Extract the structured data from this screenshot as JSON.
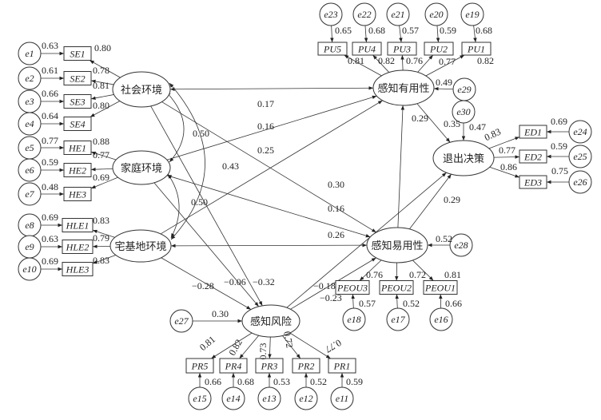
{
  "latent": {
    "SE": "社会环境",
    "HE": "家庭环境",
    "HLE": "宅基地环境",
    "PU": "感知有用性",
    "PEOU": "感知易用性",
    "PR": "感知风险",
    "ED": "退出决策"
  },
  "indicators": [
    {
      "id": "SE1",
      "factor": "SE",
      "loading": "0.80",
      "error": "e1",
      "error_value": "0.63"
    },
    {
      "id": "SE2",
      "factor": "SE",
      "loading": "0.78",
      "error": "e2",
      "error_value": "0.61"
    },
    {
      "id": "SE3",
      "factor": "SE",
      "loading": "0.81",
      "error": "e3",
      "error_value": "0.66"
    },
    {
      "id": "SE4",
      "factor": "SE",
      "loading": "0.80",
      "error": "e4",
      "error_value": "0.64"
    },
    {
      "id": "HE1",
      "factor": "HE",
      "loading": "0.88",
      "error": "e5",
      "error_value": "0.77"
    },
    {
      "id": "HE2",
      "factor": "HE",
      "loading": "0.77",
      "error": "e6",
      "error_value": "0.59"
    },
    {
      "id": "HE3",
      "factor": "HE",
      "loading": "0.69",
      "error": "e7",
      "error_value": "0.48"
    },
    {
      "id": "HLE1",
      "factor": "HLE",
      "loading": "0.83",
      "error": "e8",
      "error_value": "0.69"
    },
    {
      "id": "HLE2",
      "factor": "HLE",
      "loading": "0.79",
      "error": "e9",
      "error_value": "0.63"
    },
    {
      "id": "HLE3",
      "factor": "HLE",
      "loading": "0.83",
      "error": "e10",
      "error_value": "0.69"
    },
    {
      "id": "PU5",
      "factor": "PU",
      "loading": "0.81",
      "error": "e23",
      "error_value": "0.65"
    },
    {
      "id": "PU4",
      "factor": "PU",
      "loading": "0.82",
      "error": "e22",
      "error_value": "0.68"
    },
    {
      "id": "PU3",
      "factor": "PU",
      "loading": "0.76",
      "error": "e21",
      "error_value": "0.57"
    },
    {
      "id": "PU2",
      "factor": "PU",
      "loading": "0.77",
      "error": "e20",
      "error_value": "0.59"
    },
    {
      "id": "PU1",
      "factor": "PU",
      "loading": "0.82",
      "error": "e19",
      "error_value": "0.68"
    },
    {
      "id": "ED1",
      "factor": "ED",
      "loading": "0.83",
      "error": "e24",
      "error_value": "0.69"
    },
    {
      "id": "ED2",
      "factor": "ED",
      "loading": "0.77",
      "error": "e25",
      "error_value": "0.59"
    },
    {
      "id": "ED3",
      "factor": "ED",
      "loading": "0.86",
      "error": "e26",
      "error_value": "0.75"
    },
    {
      "id": "PEOU3",
      "factor": "PEOU",
      "loading": "0.76",
      "error": "e18",
      "error_value": "0.57"
    },
    {
      "id": "PEOU2",
      "factor": "PEOU",
      "loading": "0.72",
      "error": "e17",
      "error_value": "0.52"
    },
    {
      "id": "PEOU1",
      "factor": "PEOU",
      "loading": "0.81",
      "error": "e16",
      "error_value": "0.66"
    },
    {
      "id": "PR5",
      "factor": "PR",
      "loading": "0.81",
      "error": "e15",
      "error_value": "0.66"
    },
    {
      "id": "PR4",
      "factor": "PR",
      "loading": "0.82",
      "error": "e14",
      "error_value": "0.68"
    },
    {
      "id": "PR3",
      "factor": "PR",
      "loading": "0.73",
      "error": "e13",
      "error_value": "0.53"
    },
    {
      "id": "PR2",
      "factor": "PR",
      "loading": "0.72",
      "error": "e12",
      "error_value": "0.52"
    },
    {
      "id": "PR1",
      "factor": "PR",
      "loading": "0.77",
      "error": "e11",
      "error_value": "0.59"
    }
  ],
  "paths": [
    {
      "from": "SE",
      "to": "PU",
      "value": "0.17"
    },
    {
      "from": "HE",
      "to": "PU",
      "value": "0.16"
    },
    {
      "from": "HLE",
      "to": "PU",
      "value": "0.25"
    },
    {
      "from": "SE",
      "to": "PEOU",
      "value": "0.30"
    },
    {
      "from": "HE",
      "to": "PEOU",
      "value": "0.16"
    },
    {
      "from": "HLE",
      "to": "PEOU",
      "value": "0.26"
    },
    {
      "from": "PEOU",
      "to": "PU",
      "value": "0.29"
    },
    {
      "from": "PU",
      "to": "ED",
      "value": "0.35"
    },
    {
      "from": "PEOU",
      "to": "ED",
      "value": "0.29"
    },
    {
      "from": "HLE",
      "to": "PR",
      "value": "−0.28"
    },
    {
      "from": "HE",
      "to": "PR",
      "value": "−0.06"
    },
    {
      "from": "SE",
      "to": "PR",
      "value": "−0.32"
    },
    {
      "from": "PR",
      "to": "ED",
      "value": "−0.18"
    },
    {
      "from": "PR",
      "to": "PEOU",
      "value": "−0.23"
    }
  ],
  "correlations": [
    {
      "a": "SE",
      "b": "HE",
      "value": "0.50"
    },
    {
      "a": "SE",
      "b": "HLE",
      "value": "0.43"
    },
    {
      "a": "HE",
      "b": "HLE",
      "value": "0.50"
    }
  ],
  "residuals": [
    {
      "error": "e27",
      "to": "PR",
      "value": "0.30"
    },
    {
      "error": "e28",
      "to": "PEOU",
      "value": "0.52"
    },
    {
      "error": "e29",
      "to": "PU",
      "value": "0.49"
    },
    {
      "error": "e30",
      "to": "ED",
      "value": "0.47"
    }
  ]
}
